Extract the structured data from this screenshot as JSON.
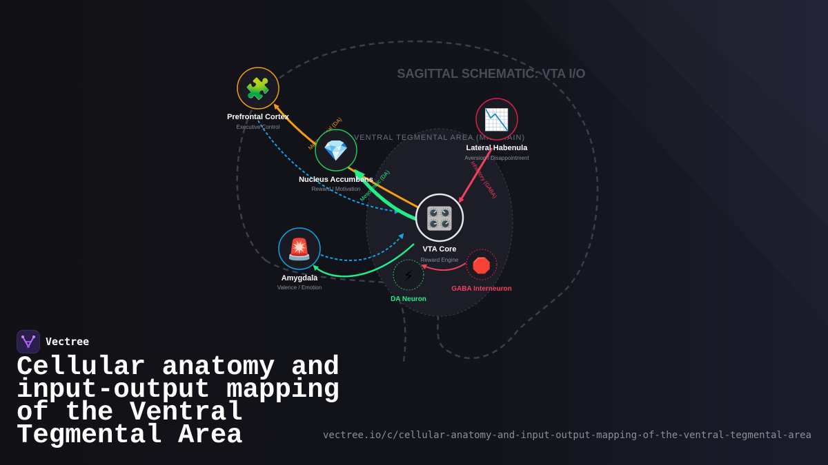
{
  "diagram": {
    "heading": "SAGITTAL SCHEMATIC: VTA I/O",
    "region_label": "VENTRAL TEGMENTAL AREA (MIDBRAIN)",
    "nodes": {
      "pfc": {
        "emoji": "🧩",
        "label": "Prefrontal Cortex",
        "sub": "Executive Control",
        "color": "#f59e0b"
      },
      "nac": {
        "emoji": "💎",
        "label": "Nucleus Accumbens",
        "sub": "Reward / Motivation",
        "color": "#22c55e"
      },
      "lhb": {
        "emoji": "📉",
        "label": "Lateral Habenula",
        "sub": "Aversion / Disappointment",
        "color": "#e11d48"
      },
      "vta": {
        "emoji": "🎛️",
        "label": "VTA Core",
        "sub": "Reward Engine",
        "color": "#e5e7eb"
      },
      "amy": {
        "emoji": "🚨",
        "label": "Amygdala",
        "sub": "Valence / Emotion",
        "color": "#0ea5e9"
      },
      "da": {
        "emoji": "⚡",
        "label": "DA Neuron",
        "color": "#22c55e"
      },
      "gaba": {
        "emoji": "🛑",
        "label": "GABA Interneuron",
        "color": "#e11d48"
      }
    },
    "pathways": {
      "mesocortical": "Mesocortical (DA)",
      "mesolimbic": "Mesolimbic (DA)",
      "inhibitory": "Inhibitory (GABA)"
    },
    "colors": {
      "mesocortical": "#f59e0b",
      "mesolimbic": "#22ee88",
      "inhibitory": "#f43f5e",
      "feedback": "#0ea5e9"
    }
  },
  "brand": {
    "name": "Vectree"
  },
  "title": "Cellular anatomy and\ninput-output mapping\nof the Ventral\nTegmental Area",
  "url": "vectree.io/c/cellular-anatomy-and-input-output-mapping-of-the-ventral-tegmental-area"
}
